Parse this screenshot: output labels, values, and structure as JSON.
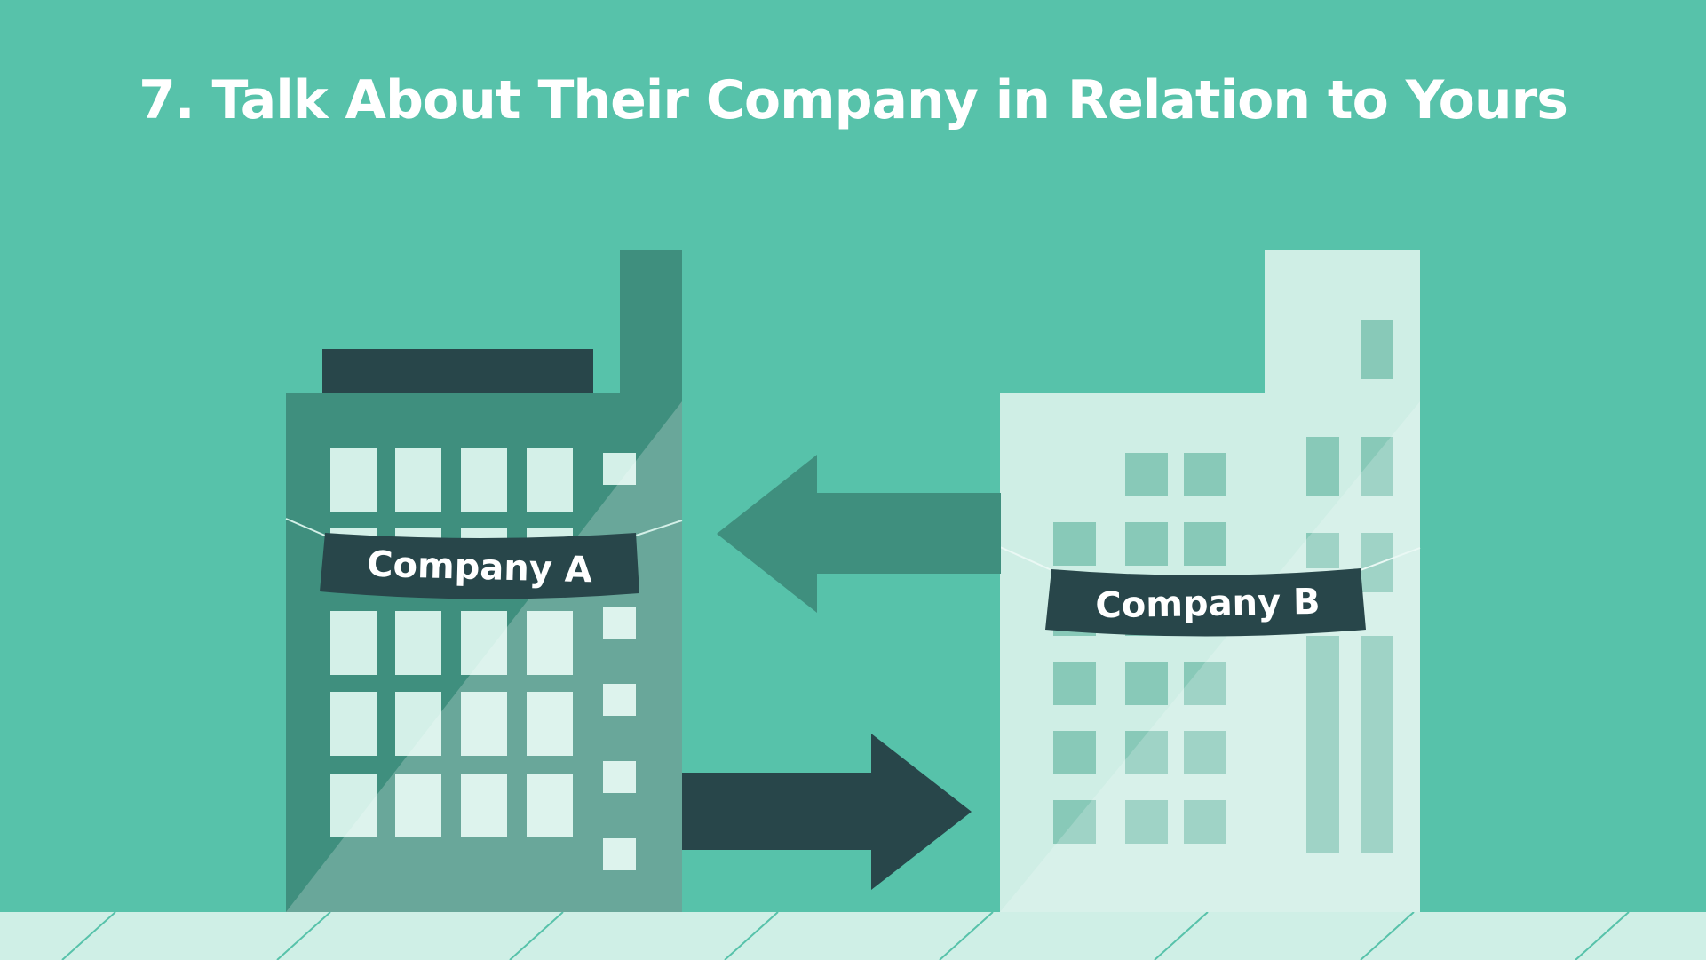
{
  "slide": {
    "title": "7. Talk About Their Company in Relation to Yours"
  },
  "company_a": {
    "label": "Company A"
  },
  "company_b": {
    "label": "Company B"
  },
  "colors": {
    "background": "#57C2AA",
    "building_a": "#3F8F7E",
    "building_b": "#CFEEE5",
    "dark": "#28464A",
    "window_light": "#D4F0E8",
    "window_b": "#88C9B8",
    "ground": "#CFEFE6"
  },
  "icons": {
    "arrow_left": "arrow-left-icon",
    "arrow_right": "arrow-right-icon"
  }
}
